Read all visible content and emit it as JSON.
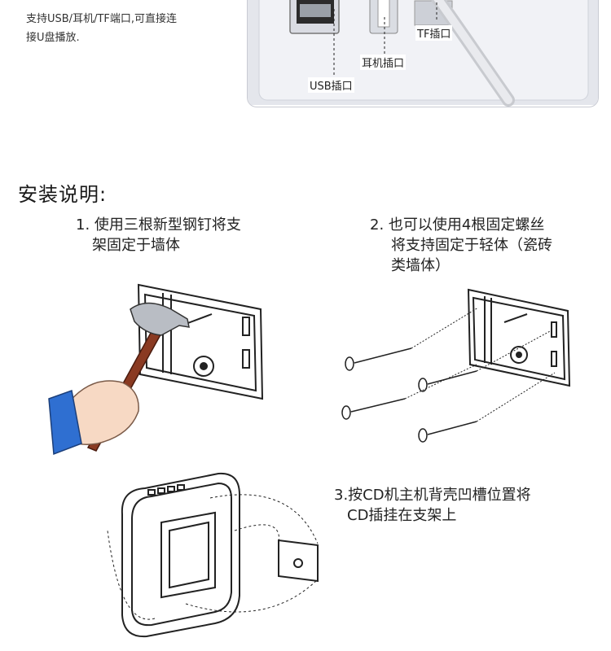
{
  "intro": {
    "line1": "支持USB/耳机/TF端口,可直接连",
    "line2": "接U盘播放."
  },
  "ports": {
    "tf": "TF插口",
    "headphone": "耳机插口",
    "usb": "USB插口"
  },
  "section_title": "安装说明:",
  "steps": [
    {
      "line1": "1. 使用三根新型钢钉将支",
      "line2": "架固定于墙体"
    },
    {
      "line1": "2. 也可以使用4根固定螺丝",
      "line2": "将支持固定于轻体（瓷砖",
      "line3": "类墙体）"
    },
    {
      "line1": "3.按CD机主机背壳凹槽位置将",
      "line2": "CD插挂在支架上"
    }
  ],
  "colors": {
    "panel_bg": "#e6e8ee",
    "handle": "#8a3a22",
    "sleeve": "#2f6fd1",
    "skin": "#f7d9c4"
  }
}
